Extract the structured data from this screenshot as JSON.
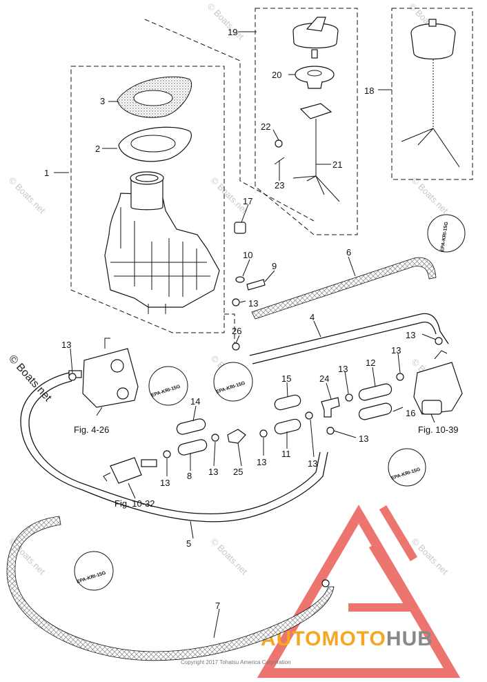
{
  "callouts": [
    {
      "id": "c1",
      "text": "1"
    },
    {
      "id": "c2",
      "text": "2"
    },
    {
      "id": "c3",
      "text": "3"
    },
    {
      "id": "c4",
      "text": "4"
    },
    {
      "id": "c5",
      "text": "5"
    },
    {
      "id": "c6",
      "text": "6"
    },
    {
      "id": "c7",
      "text": "7"
    },
    {
      "id": "c8",
      "text": "8"
    },
    {
      "id": "c9",
      "text": "9"
    },
    {
      "id": "c10",
      "text": "10"
    },
    {
      "id": "c11",
      "text": "11"
    },
    {
      "id": "c12",
      "text": "12"
    },
    {
      "id": "c13",
      "text": "13"
    },
    {
      "id": "c14",
      "text": "14"
    },
    {
      "id": "c15",
      "text": "15"
    },
    {
      "id": "c16",
      "text": "16"
    },
    {
      "id": "c17",
      "text": "17"
    },
    {
      "id": "c18",
      "text": "18"
    },
    {
      "id": "c19",
      "text": "19"
    },
    {
      "id": "c20",
      "text": "20"
    },
    {
      "id": "c21",
      "text": "21"
    },
    {
      "id": "c22",
      "text": "22"
    },
    {
      "id": "c23",
      "text": "23"
    },
    {
      "id": "c24",
      "text": "24"
    },
    {
      "id": "c25",
      "text": "25"
    },
    {
      "id": "c26",
      "text": "26"
    }
  ],
  "clamp_label": "13",
  "figure_refs": {
    "fig_4_26": "Fig. 4-26",
    "fig_10_39": "Fig. 10-39",
    "fig_10_32": "Fig. 10-32"
  },
  "epa_tag": "EPA-KRI-15G",
  "watermark": {
    "text": "© Boats.net",
    "side_text": "© Boats.net"
  },
  "copyright": "Copyright 2017 Tohatsu America Corporation",
  "brand": {
    "part1": "AUTO",
    "part2": "MOTO",
    "part3": "HUB",
    "color_orange": "#f5a623",
    "color_gray": "#888888",
    "logo_color": "#e8473f"
  }
}
